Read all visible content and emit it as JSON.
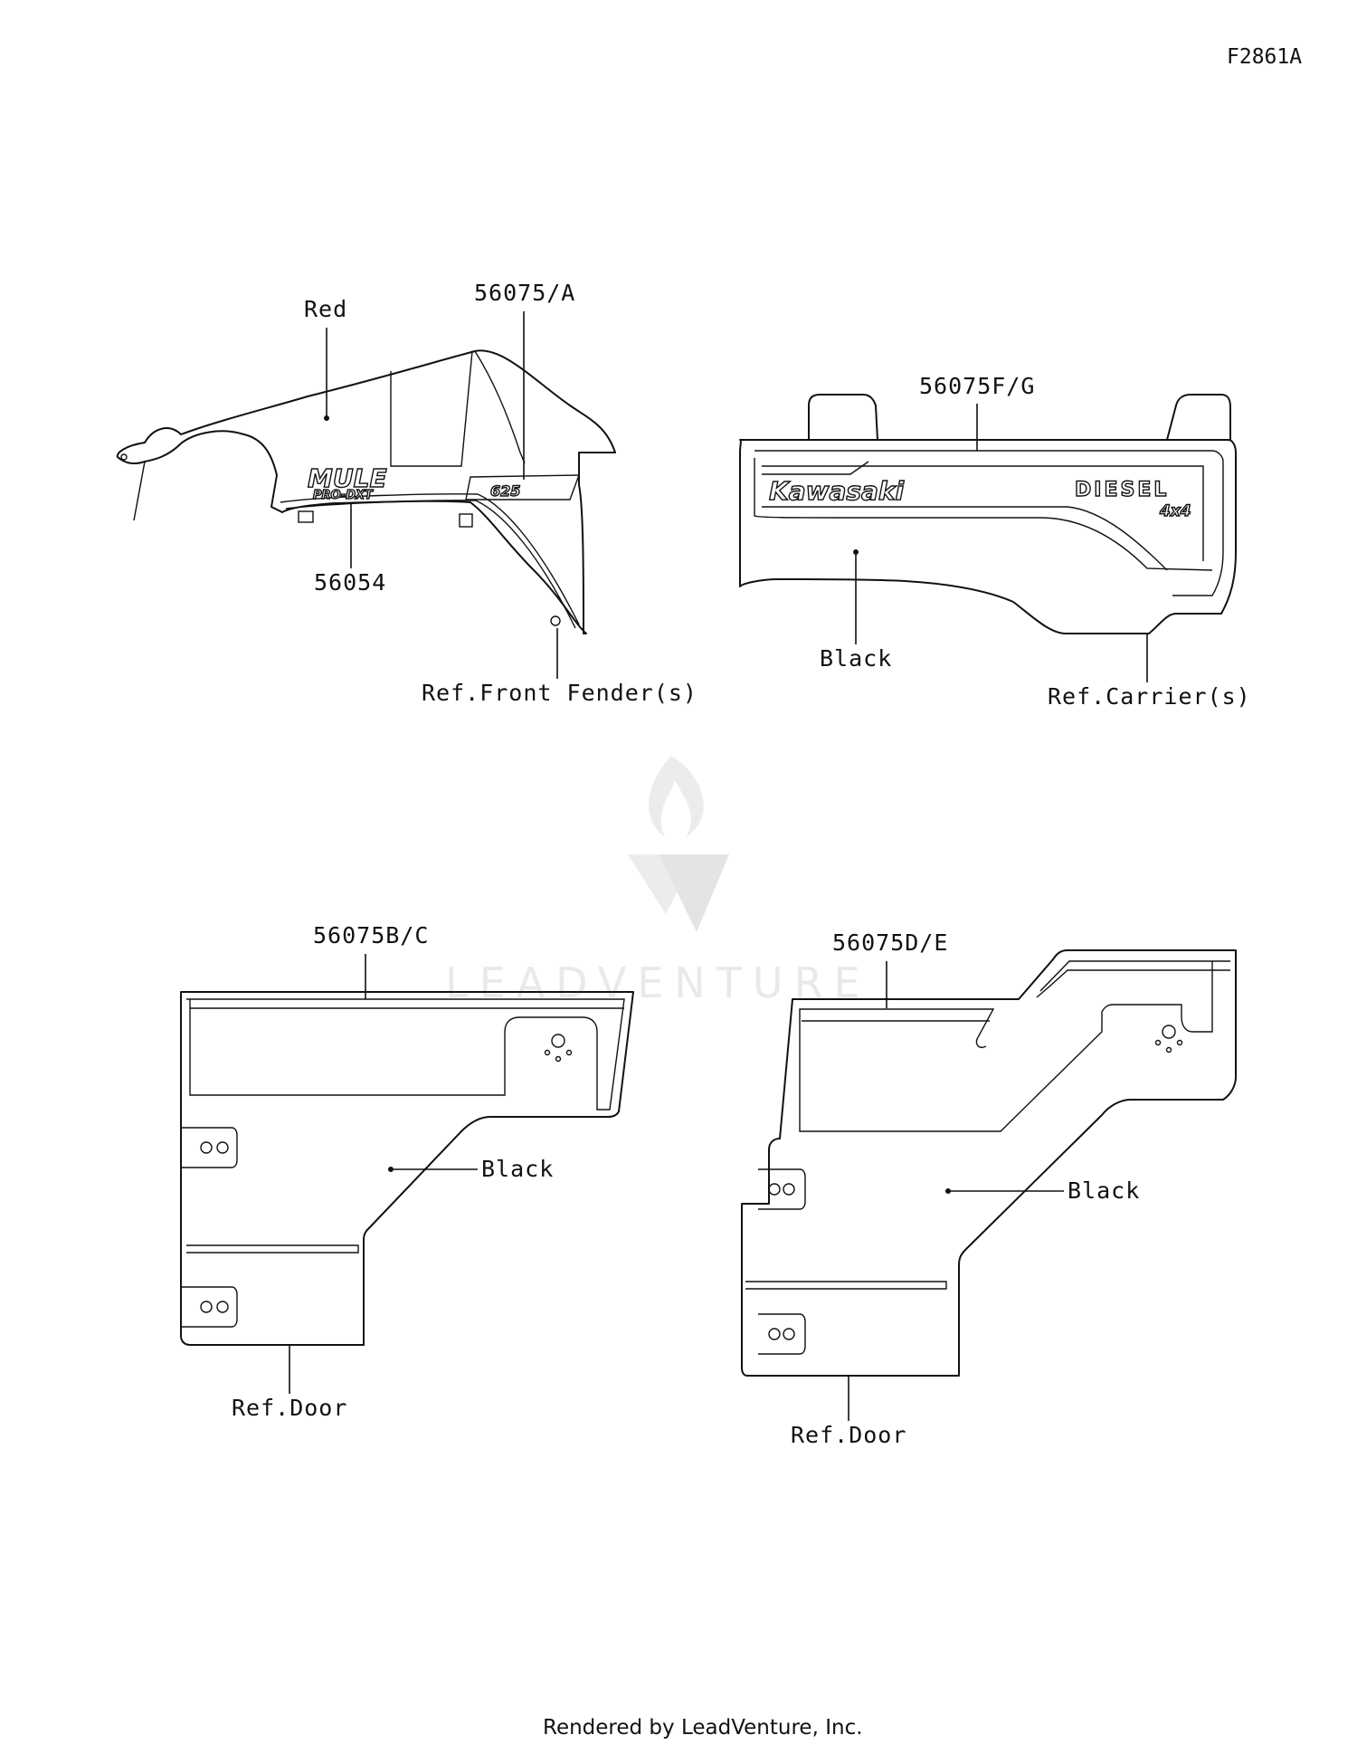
{
  "figure_id": "F2861A",
  "footer": "Rendered by LeadVenture, Inc.",
  "watermark": "LEADVENTURE",
  "groups": {
    "front_fender": {
      "color_label": "Red",
      "part_a": "56075/A",
      "part_b": "56054",
      "reference": "Ref.Front Fender(s)",
      "decal_mule": "MULE",
      "decal_pro": "PRO-DXT"
    },
    "carrier": {
      "part": "56075F/G",
      "color_label": "Black",
      "reference": "Ref.Carrier(s)",
      "decal_brand": "Kawasaki",
      "decal_diesel": "DIESEL",
      "decal_drive": "4x4"
    },
    "door_left": {
      "part": "56075B/C",
      "color_label": "Black",
      "reference": "Ref.Door"
    },
    "door_right": {
      "part": "56075D/E",
      "color_label": "Black",
      "reference": "Ref.Door"
    }
  }
}
